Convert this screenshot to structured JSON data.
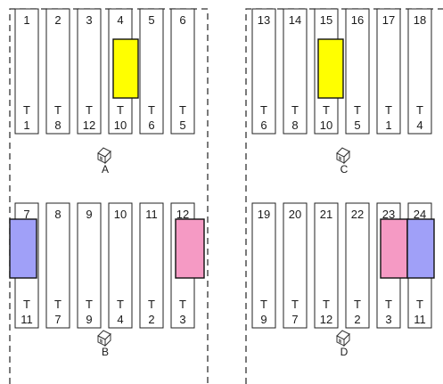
{
  "groups": [
    {
      "label": "A",
      "plots": [
        {
          "number": "1",
          "t_prefix": "T",
          "t_value": "1",
          "highlight": null
        },
        {
          "number": "2",
          "t_prefix": "T",
          "t_value": "8",
          "highlight": null
        },
        {
          "number": "3",
          "t_prefix": "T",
          "t_value": "12",
          "highlight": null
        },
        {
          "number": "4",
          "t_prefix": "T",
          "t_value": "10",
          "highlight": "#ffff00"
        },
        {
          "number": "5",
          "t_prefix": "T",
          "t_value": "6",
          "highlight": null
        },
        {
          "number": "6",
          "t_prefix": "T",
          "t_value": "5",
          "highlight": null
        }
      ]
    },
    {
      "label": "B",
      "plots": [
        {
          "number": "7",
          "t_prefix": "T",
          "t_value": "11",
          "highlight": "#a0a0f8"
        },
        {
          "number": "8",
          "t_prefix": "T",
          "t_value": "7",
          "highlight": null
        },
        {
          "number": "9",
          "t_prefix": "T",
          "t_value": "9",
          "highlight": null
        },
        {
          "number": "10",
          "t_prefix": "T",
          "t_value": "4",
          "highlight": null
        },
        {
          "number": "11",
          "t_prefix": "T",
          "t_value": "2",
          "highlight": null
        },
        {
          "number": "12",
          "t_prefix": "T",
          "t_value": "3",
          "highlight": "#f59ac4"
        }
      ]
    },
    {
      "label": "C",
      "plots": [
        {
          "number": "13",
          "t_prefix": "T",
          "t_value": "6",
          "highlight": null
        },
        {
          "number": "14",
          "t_prefix": "T",
          "t_value": "8",
          "highlight": null
        },
        {
          "number": "15",
          "t_prefix": "T",
          "t_value": "10",
          "highlight": "#ffff00"
        },
        {
          "number": "16",
          "t_prefix": "T",
          "t_value": "5",
          "highlight": null
        },
        {
          "number": "17",
          "t_prefix": "T",
          "t_value": "1",
          "highlight": null
        },
        {
          "number": "18",
          "t_prefix": "T",
          "t_value": "4",
          "highlight": null
        }
      ]
    },
    {
      "label": "D",
      "plots": [
        {
          "number": "19",
          "t_prefix": "T",
          "t_value": "9",
          "highlight": null
        },
        {
          "number": "20",
          "t_prefix": "T",
          "t_value": "7",
          "highlight": null
        },
        {
          "number": "21",
          "t_prefix": "T",
          "t_value": "12",
          "highlight": null
        },
        {
          "number": "22",
          "t_prefix": "T",
          "t_value": "2",
          "highlight": null
        },
        {
          "number": "23",
          "t_prefix": "T",
          "t_value": "3",
          "highlight": "#f59ac4"
        },
        {
          "number": "24",
          "t_prefix": "T",
          "t_value": "11",
          "highlight": "#a0a0f8"
        }
      ]
    }
  ],
  "icon": "house-icon"
}
